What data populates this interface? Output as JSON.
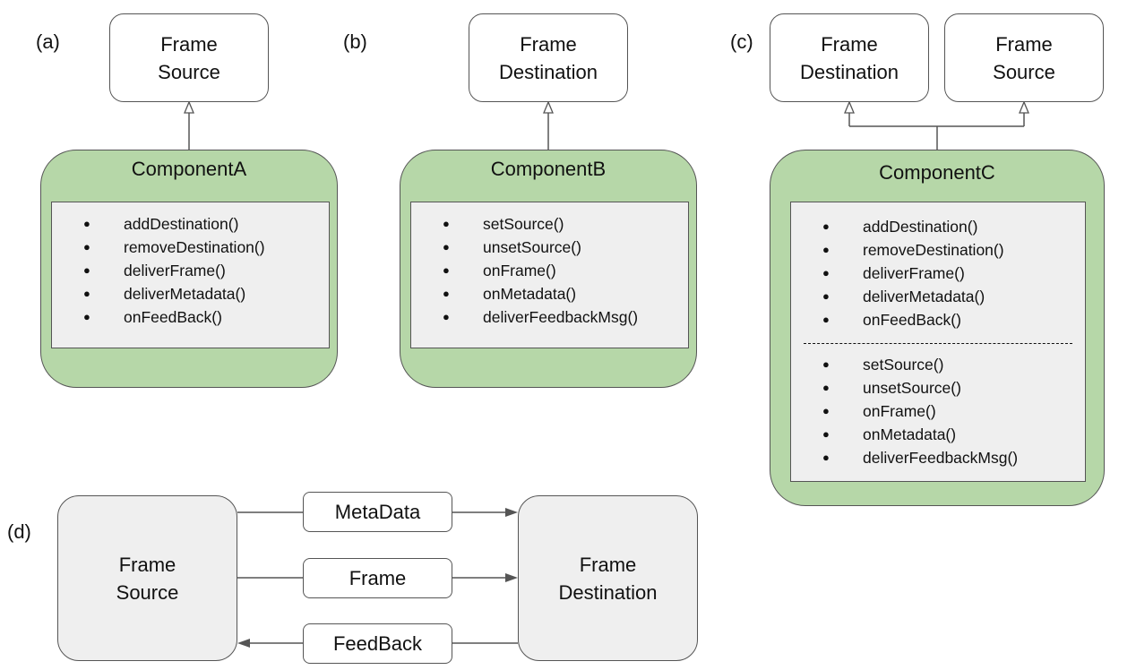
{
  "panels": {
    "a": {
      "label": "(a)",
      "interface": {
        "line1": "Frame",
        "line2": "Source"
      },
      "component": {
        "title": "ComponentA",
        "methods": [
          "addDestination()",
          "removeDestination()",
          "deliverFrame()",
          "deliverMetadata()",
          "onFeedBack()"
        ]
      }
    },
    "b": {
      "label": "(b)",
      "interface": {
        "line1": "Frame",
        "line2": "Destination"
      },
      "component": {
        "title": "ComponentB",
        "methods": [
          "setSource()",
          "unsetSource()",
          "onFrame()",
          "onMetadata()",
          "deliverFeedbackMsg()"
        ]
      }
    },
    "c": {
      "label": "(c)",
      "interfaces": [
        {
          "line1": "Frame",
          "line2": "Destination"
        },
        {
          "line1": "Frame",
          "line2": "Source"
        }
      ],
      "component": {
        "title": "ComponentC",
        "methods_source": [
          "addDestination()",
          "removeDestination()",
          "deliverFrame()",
          "deliverMetadata()",
          "onFeedBack()"
        ],
        "methods_destination": [
          "setSource()",
          "unsetSource()",
          "onFrame()",
          "onMetadata()",
          "deliverFeedbackMsg()"
        ]
      }
    },
    "d": {
      "label": "(d)",
      "source": {
        "line1": "Frame",
        "line2": "Source"
      },
      "destination": {
        "line1": "Frame",
        "line2": "Destination"
      },
      "messages": {
        "metadata": "MetaData",
        "frame": "Frame",
        "feedback": "FeedBack"
      }
    }
  },
  "colors": {
    "component_fill": "#b6d7a8",
    "method_box_fill": "#efefef",
    "node_fill": "#efefef",
    "stroke": "#555555"
  }
}
